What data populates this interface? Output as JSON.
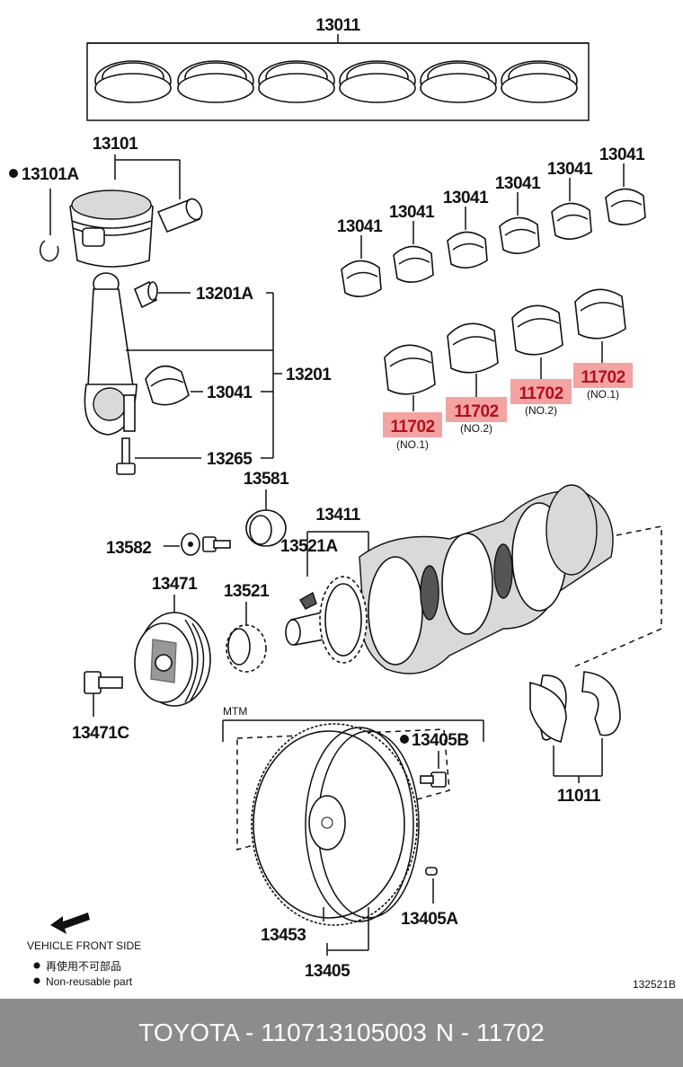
{
  "labels": {
    "p13011": "13011",
    "p13101": "13101",
    "p13101A": "13101A",
    "p13201A": "13201A",
    "p13201": "13201",
    "p13041_rod": "13041",
    "p13265": "13265",
    "p13041_1": "13041",
    "p13041_2": "13041",
    "p13041_3": "13041",
    "p13041_4": "13041",
    "p13041_5": "13041",
    "p13041_6": "13041",
    "p11702_a": "11702",
    "p11702_b": "11702",
    "p11702_c": "11702",
    "p11702_d": "11702",
    "no1_a": "(NO.1)",
    "no2_b": "(NO.2)",
    "no2_c": "(NO.2)",
    "no1_d": "(NO.1)",
    "p13581": "13581",
    "p13411": "13411",
    "p13582": "13582",
    "p13521A": "13521A",
    "p13471": "13471",
    "p13521": "13521",
    "p13471C": "13471C",
    "mtm": "MTM",
    "p13405B": "13405B",
    "p11011": "11011",
    "p13453": "13453",
    "p13405A": "13405A",
    "p13405": "13405"
  },
  "legend": {
    "front_side": "VEHICLE FRONT SIDE",
    "japanese": "再使用不可部品",
    "english": "Non-reusable part"
  },
  "diagram_code": "132521B",
  "footer": {
    "brand_part": "TOYOTA - 110713105003",
    "code": "N - 11702"
  },
  "colors": {
    "highlight": "#f4a3a3",
    "highlight_text": "#b01020",
    "footer_bg": "#8c8c8c"
  }
}
